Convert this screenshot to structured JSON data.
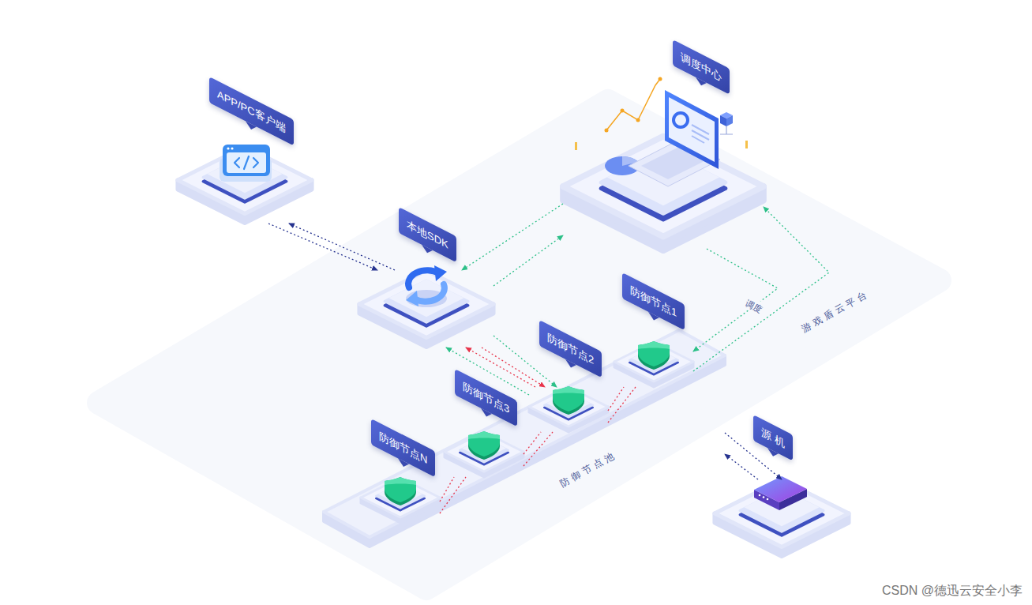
{
  "diagram": {
    "nodes": [
      {
        "text": [
          "游戏盾云平台"
        ]
      },
      {
        "text": [
          "APP/PC客户端"
        ]
      },
      {
        "text": [
          "本地SDK"
        ],
        "in": 0
      },
      {
        "text": [
          "调度中心"
        ],
        "in": 0
      },
      {
        "text": [
          "防御节点池"
        ],
        "in": 0
      },
      {
        "text": [
          "防御节点1"
        ],
        "in": 4
      },
      {
        "text": [
          "防御节点2"
        ],
        "in": 4
      },
      {
        "text": [
          "防御节点3"
        ],
        "in": 4
      },
      {
        "text": [
          "防御节点N"
        ],
        "in": 4
      },
      {
        "text": [
          "源 机"
        ]
      }
    ],
    "edges": [
      {
        "from": 1,
        "to": 2,
        "arrow": "to"
      },
      {
        "from": 2,
        "to": 1,
        "arrow": "to"
      },
      {
        "from": 3,
        "to": 2,
        "arrow": "to"
      },
      {
        "from": 2,
        "to": 3,
        "arrow": "to"
      },
      {
        "from": 3,
        "to": 5,
        "arrow": "to",
        "label": "调度"
      },
      {
        "from": 5,
        "to": 3,
        "arrow": "to"
      },
      {
        "from": 2,
        "to": 6,
        "arrow": "to"
      },
      {
        "from": 6,
        "to": 2,
        "arrow": "to"
      },
      {
        "from": 6,
        "to": 2,
        "arrow": "to"
      },
      {
        "from": 2,
        "to": 6,
        "arrow": "to"
      },
      {
        "from": 8,
        "to": 7,
        "arrow": "none"
      },
      {
        "from": 8,
        "to": 7,
        "arrow": "none"
      },
      {
        "from": 7,
        "to": 6,
        "arrow": "none"
      },
      {
        "from": 7,
        "to": 6,
        "arrow": "none"
      },
      {
        "from": 6,
        "to": 5,
        "arrow": "none"
      },
      {
        "from": 6,
        "to": 5,
        "arrow": "none"
      },
      {
        "from": 4,
        "to": 9,
        "arrow": "to"
      },
      {
        "from": 9,
        "to": 4,
        "arrow": "to"
      }
    ],
    "labels": [
      "CSDN @德迅云安全小李"
    ]
  }
}
